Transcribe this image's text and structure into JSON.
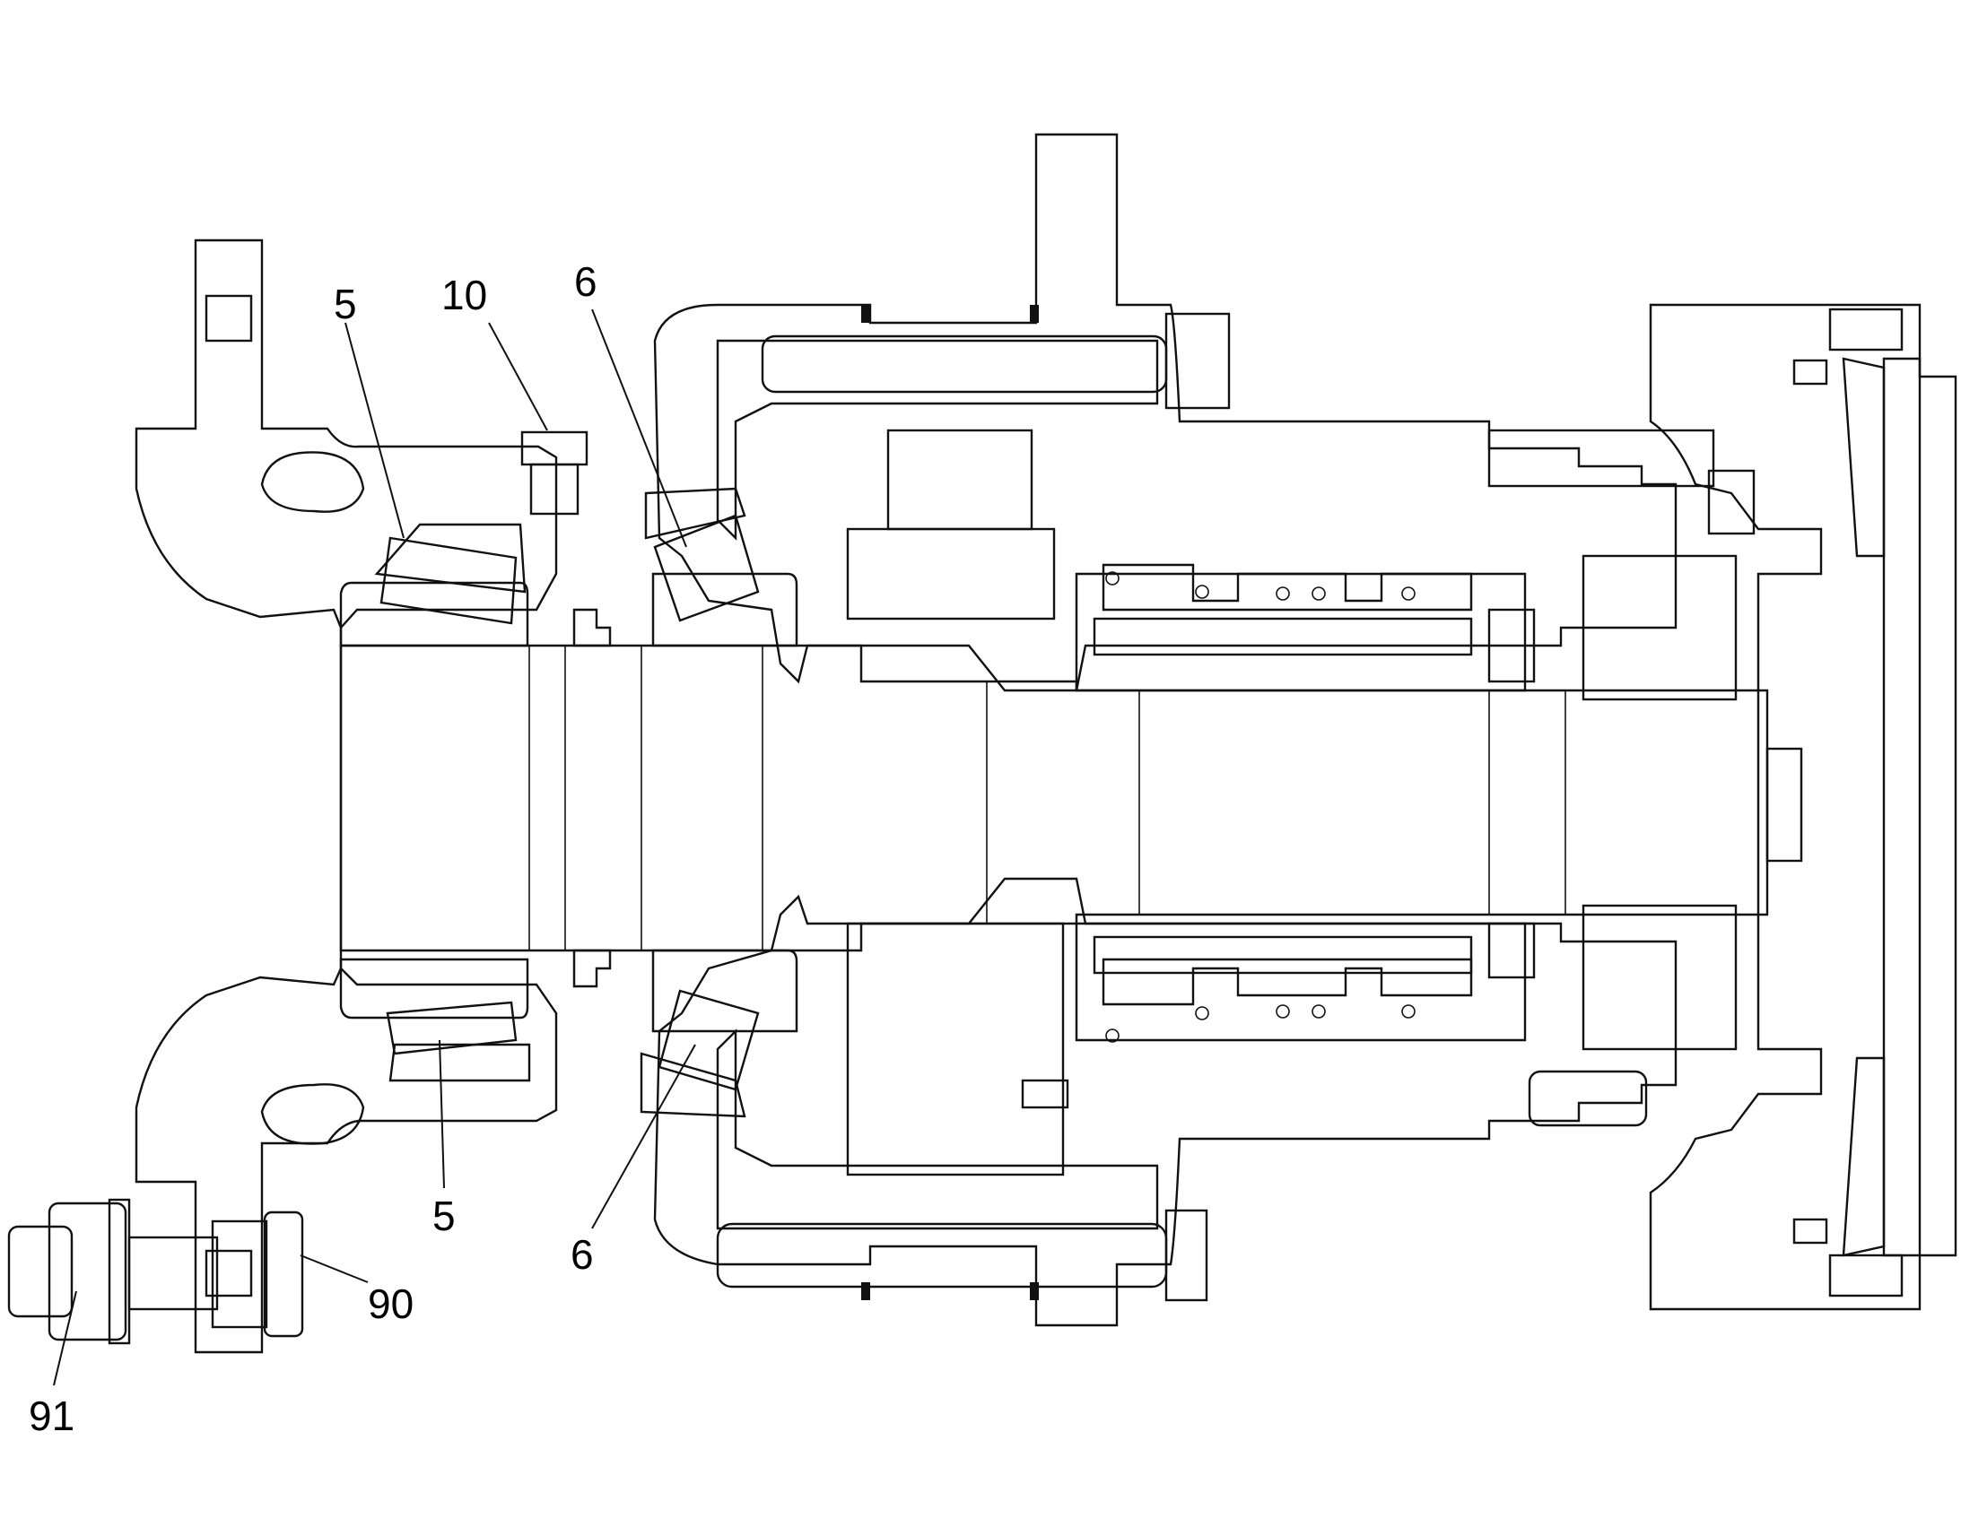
{
  "drawing": {
    "type": "sectional-assembly-drawing",
    "callouts": [
      {
        "id": "c5a",
        "label": "5"
      },
      {
        "id": "c10",
        "label": "10"
      },
      {
        "id": "c6a",
        "label": "6"
      },
      {
        "id": "c5b",
        "label": "5"
      },
      {
        "id": "c6b",
        "label": "6"
      },
      {
        "id": "c90",
        "label": "90"
      },
      {
        "id": "c91",
        "label": "91"
      }
    ]
  },
  "colors": {
    "line": "#111111",
    "background": "#ffffff"
  }
}
